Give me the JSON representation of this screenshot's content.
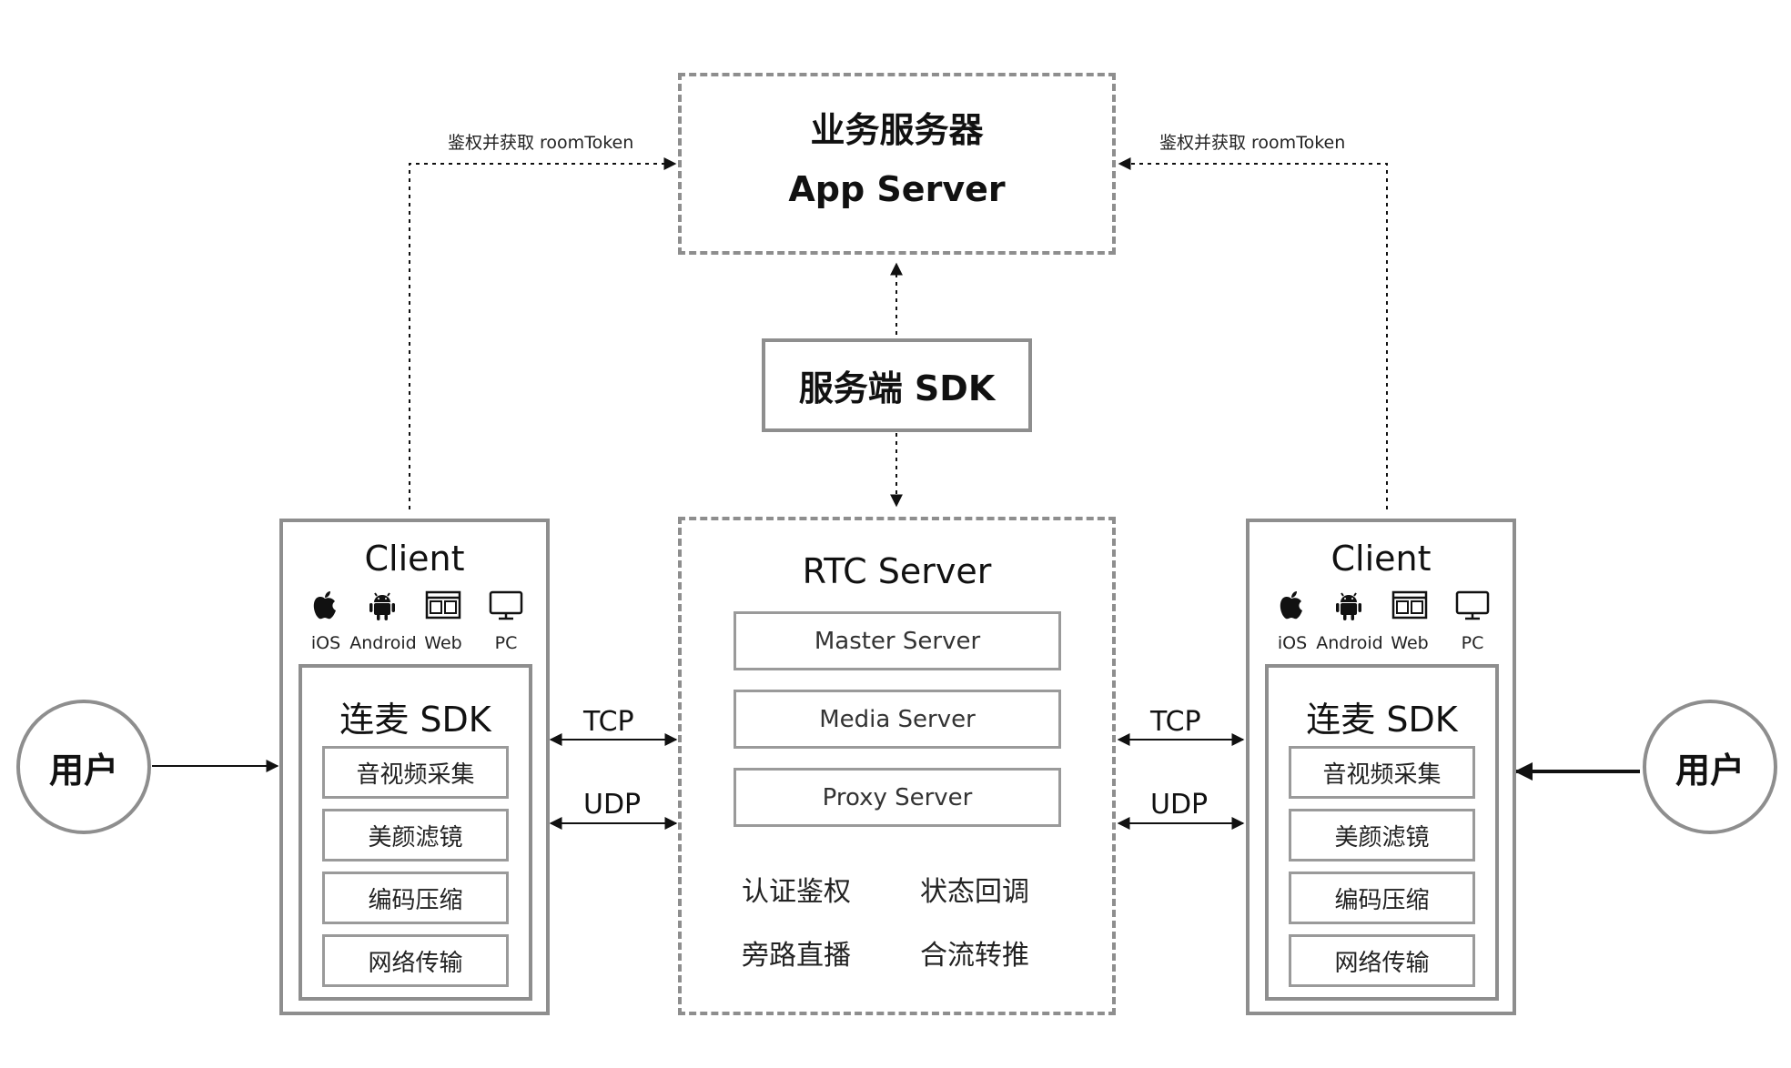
{
  "app_server": {
    "title_cn": "业务服务器",
    "title_en": "App Server"
  },
  "server_sdk": {
    "label": "服务端 SDK"
  },
  "rtc_server": {
    "title": "RTC Server",
    "modules": [
      "Master Server",
      "Media Server",
      "Proxy Server"
    ],
    "features": [
      "认证鉴权",
      "状态回调",
      "旁路直播",
      "合流转推"
    ]
  },
  "left_client": {
    "title": "Client",
    "platforms": [
      {
        "label": "iOS",
        "icon": "apple-icon"
      },
      {
        "label": "Android",
        "icon": "android-icon"
      },
      {
        "label": "Web",
        "icon": "web-icon"
      },
      {
        "label": "PC",
        "icon": "pc-icon"
      }
    ],
    "sdk": {
      "title": "连麦 SDK",
      "modules": [
        "音视频采集",
        "美颜滤镜",
        "编码压缩",
        "网络传输"
      ]
    }
  },
  "right_client": {
    "title": "Client",
    "platforms": [
      {
        "label": "iOS",
        "icon": "apple-icon"
      },
      {
        "label": "Android",
        "icon": "android-icon"
      },
      {
        "label": "Web",
        "icon": "web-icon"
      },
      {
        "label": "PC",
        "icon": "pc-icon"
      }
    ],
    "sdk": {
      "title": "连麦 SDK",
      "modules": [
        "音视频采集",
        "美颜滤镜",
        "编码压缩",
        "网络传输"
      ]
    }
  },
  "users": {
    "left": "用户",
    "right": "用户"
  },
  "connections": {
    "auth_left": "鉴权并获取 roomToken",
    "auth_right": "鉴权并获取 roomToken",
    "tcp_left": "TCP",
    "udp_left": "UDP",
    "tcp_right": "TCP",
    "udp_right": "UDP"
  },
  "colors": {
    "border": "#8e8e8e",
    "line": "#111111",
    "text": "#111111",
    "background": "#ffffff"
  }
}
